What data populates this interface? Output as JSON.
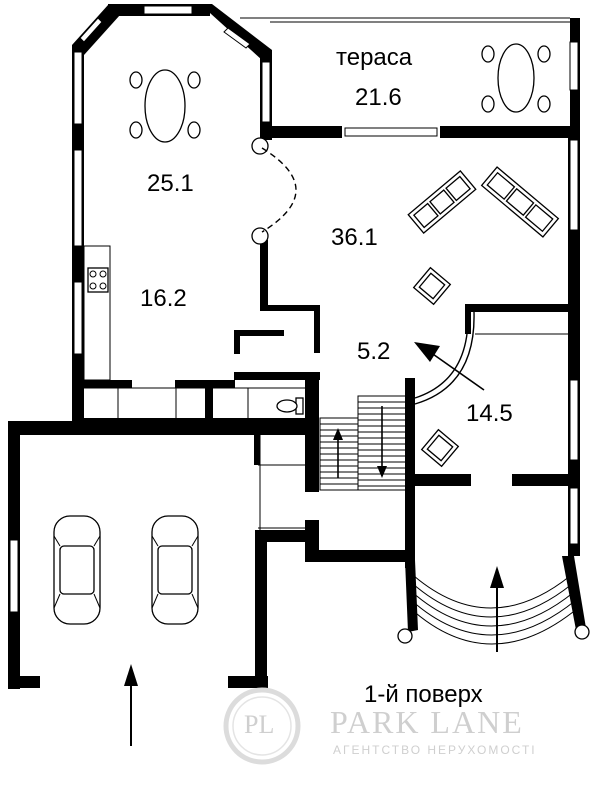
{
  "rooms": {
    "terrace_name": "тераса",
    "terrace_area": "21.6",
    "dining_area": "25.1",
    "living_area": "36.1",
    "kitchen_area": "16.2",
    "hall_area": "5.2",
    "study_area": "14.5"
  },
  "floor_label": "1-й поверх",
  "watermark": {
    "logo": "PL",
    "brand": "PARK LANE",
    "tagline": "АГЕНТСТВО НЕРУХОМОСТІ"
  }
}
